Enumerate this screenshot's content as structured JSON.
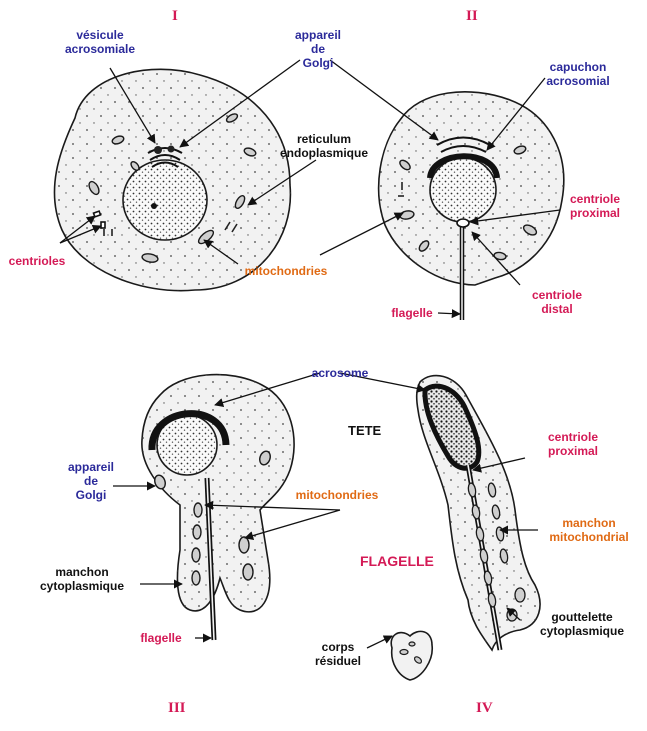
{
  "stages": {
    "I": "I",
    "II": "II",
    "III": "III",
    "IV": "IV"
  },
  "labels": {
    "vesicule_line1": "vésicule",
    "vesicule_line2": "acrosomiale",
    "golgi1_line1": "appareil",
    "golgi1_line2": "de",
    "golgi1_line3": "Golgi",
    "capuchon_line1": "capuchon",
    "capuchon_line2": "acrosomial",
    "reticulum_line1": "reticulum",
    "reticulum_line2": "endoplasmique",
    "centrioles": "centrioles",
    "mitochondries1": "mitochondries",
    "centriole_prox1_line1": "centriole",
    "centriole_prox1_line2": "proximal",
    "centriole_distal_line1": "centriole",
    "centriole_distal_line2": "distal",
    "flagelle1": "flagelle",
    "acrosome": "acrosome",
    "tete": "TETE",
    "golgi2_line1": "appareil",
    "golgi2_line2": "de",
    "golgi2_line3": "Golgi",
    "mitochondries2": "mitochondries",
    "centriole_prox2_line1": "centriole",
    "centriole_prox2_line2": "proximal",
    "manchon_mito_line1": "manchon",
    "manchon_mito_line2": "mitochondrial",
    "flagelle_big": "FLAGELLE",
    "manchon_cyto_line1": "manchon",
    "manchon_cyto_line2": "cytoplasmique",
    "flagelle2": "flagelle",
    "corps_line1": "corps",
    "corps_line2": "résiduel",
    "gouttelette_line1": "gouttelette",
    "gouttelette_line2": "cytoplasmique"
  },
  "colors": {
    "structure_label": "#2b2a9a",
    "organelle_label": "#d41a56",
    "mitochondria_label": "#e06a14",
    "text_black": "#111111",
    "cell_fill": "#f2f2f2",
    "outline": "#1a1a1a"
  }
}
